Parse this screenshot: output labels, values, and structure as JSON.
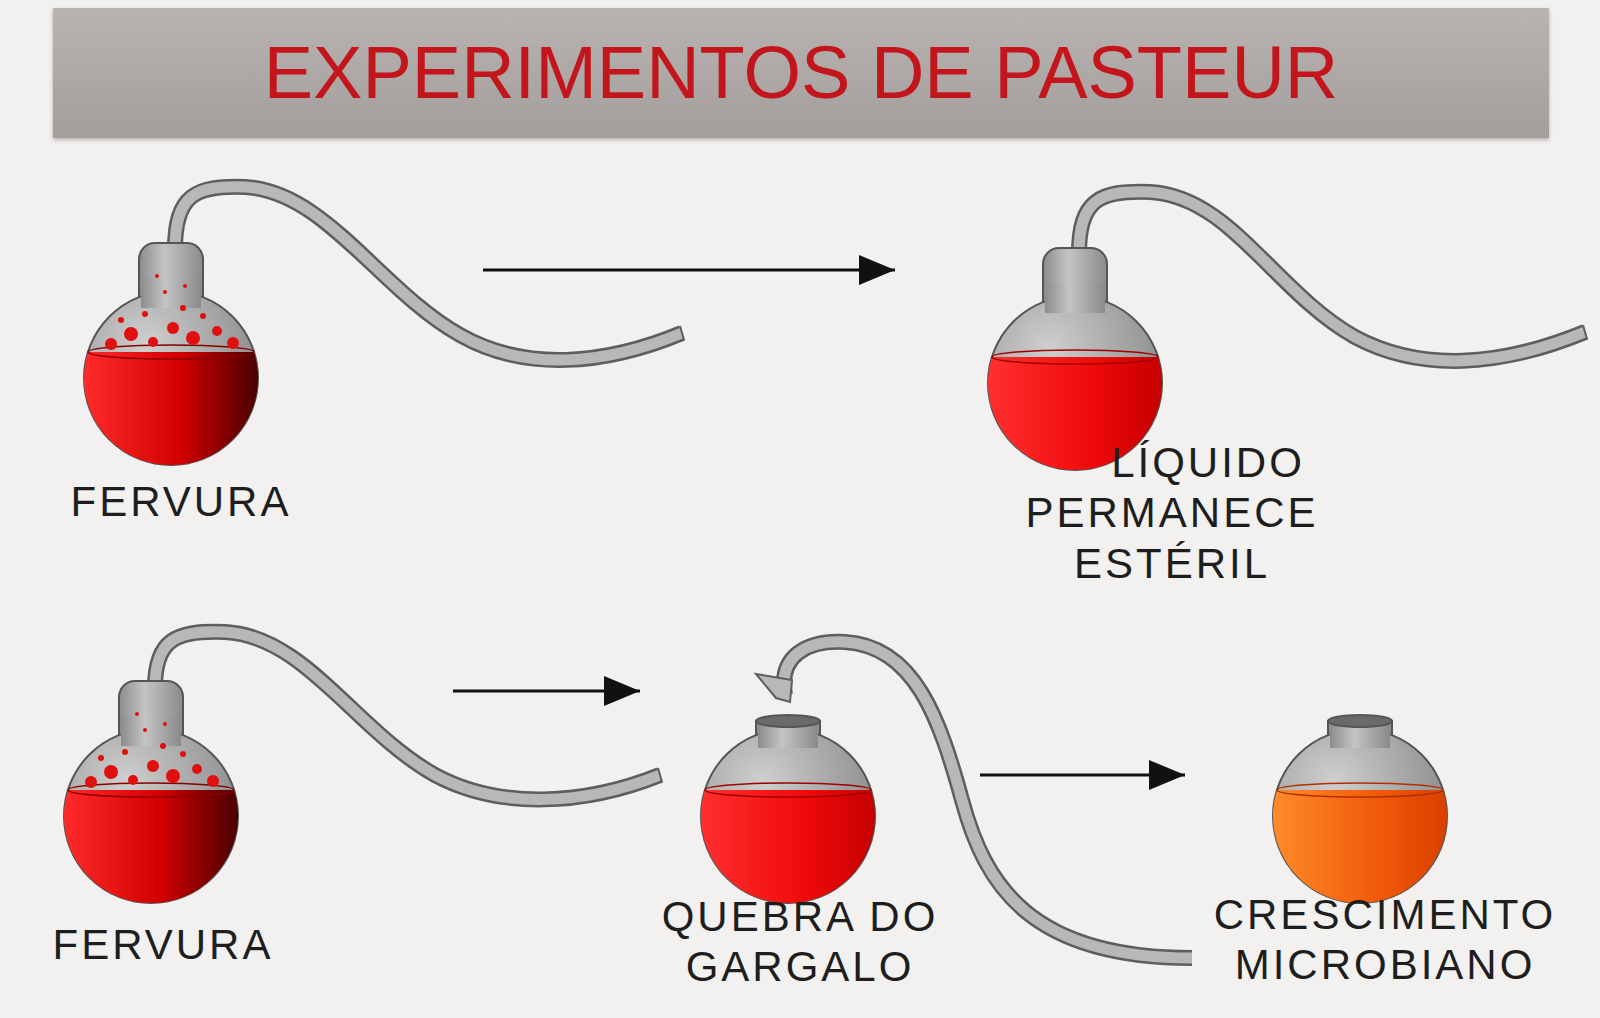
{
  "diagram": {
    "title": "EXPERIMENTOS DE PASTEUR",
    "nodes": [
      {
        "text": [
          "FERVURA"
        ]
      },
      {
        "text": [
          "LÍQUIDO PERMANECE ESTÉRIL"
        ]
      },
      {
        "text": [
          "FERVURA"
        ]
      },
      {
        "text": [
          "QUEBRA DO GARGALO"
        ]
      },
      {
        "text": [
          "CRESCIMENTO MICROBIANO"
        ]
      }
    ],
    "edges": [
      {
        "from": 0,
        "to": 1,
        "arrow": "to"
      },
      {
        "from": 2,
        "to": 3,
        "arrow": "to"
      },
      {
        "from": 3,
        "to": 4,
        "arrow": "to"
      }
    ]
  }
}
